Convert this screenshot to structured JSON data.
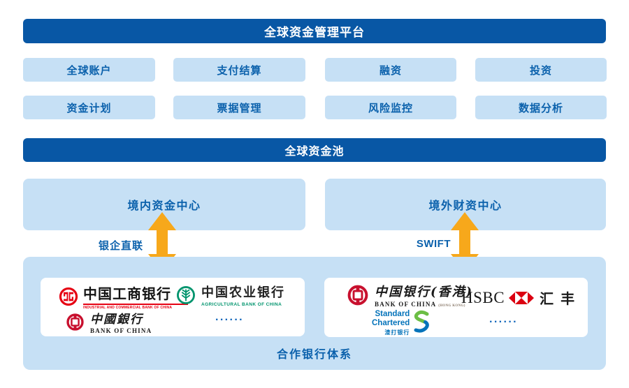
{
  "platform": {
    "title": "全球资金管理平台"
  },
  "features": [
    "全球账户",
    "支付结算",
    "融资",
    "投资",
    "资金计划",
    "票据管理",
    "风险监控",
    "数据分析"
  ],
  "pool": {
    "title": "全球资金池"
  },
  "centers": {
    "domestic": "境内资金中心",
    "overseas": "境外财资中心"
  },
  "connectors": {
    "domestic_link": "银企直联",
    "overseas_link": "SWIFT"
  },
  "partners": {
    "caption": "合作银行体系",
    "domestic": {
      "icbc": {
        "cn": "中国工商银行",
        "en": "INDUSTRIAL AND COMMERCIAL BANK OF CHINA"
      },
      "abc": {
        "cn": "中国农业银行",
        "en": "AGRICULTURAL BANK OF CHINA"
      },
      "boc": {
        "cn": "中國銀行",
        "en": "BANK OF CHINA"
      },
      "more": "······"
    },
    "overseas": {
      "bochk": {
        "cn": "中国银行(香港)",
        "en": "BANK OF CHINA",
        "en2": "(HONG KONG)"
      },
      "hsbc": {
        "en": "HSBC",
        "cn": "汇丰"
      },
      "scb": {
        "en1": "Standard",
        "en2": "Chartered",
        "cn": "渣打银行"
      },
      "more": "······"
    }
  },
  "colors": {
    "primary_blue": "#0857A5",
    "light_blue": "#C6E0F5",
    "text_blue": "#0B61AC",
    "arrow_orange": "#F7A81B",
    "icbc_red": "#E60012",
    "boc_red": "#C8102E",
    "abc_green": "#00946D",
    "hsbc_red": "#DB0011",
    "scb_blue": "#0473BA",
    "scb_green": "#6CBE45"
  }
}
